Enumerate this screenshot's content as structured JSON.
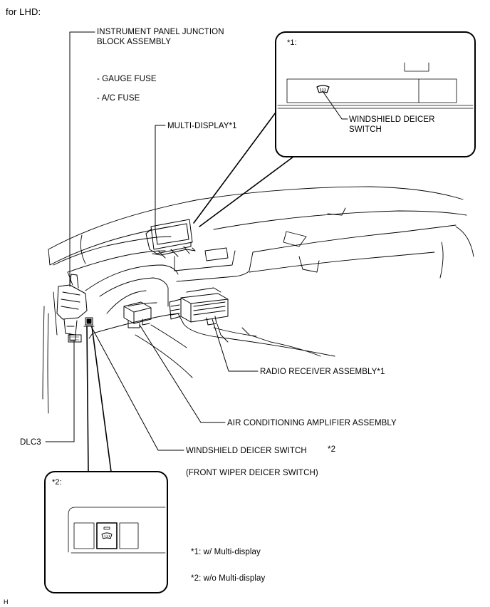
{
  "header": {
    "caption": "for LHD:"
  },
  "labels": {
    "junction_block_line1": "INSTRUMENT PANEL JUNCTION",
    "junction_block_line2": "BLOCK ASSEMBLY",
    "gauge_fuse": "- GAUGE FUSE",
    "ac_fuse": "- A/C FUSE",
    "multi_display": "MULTI-DISPLAY*1",
    "radio_receiver": "RADIO RECEIVER ASSEMBLY*1",
    "ac_amplifier": "AIR CONDITIONING AMPLIFIER ASSEMBLY",
    "dlc3": "DLC3",
    "windshield_deicer": "WINDSHIELD DEICER SWITCH",
    "windshield_deicer_note": "*2",
    "front_wiper_deicer": "(FRONT WIPER DEICER SWITCH)"
  },
  "inset1": {
    "tag": "*1:",
    "switch_line1": "WINDSHIELD DEICER",
    "switch_line2": "SWITCH"
  },
  "inset2": {
    "tag": "*2:"
  },
  "footnotes": {
    "note1": "*1: w/ Multi-display",
    "note2": "*2: w/o Multi-display"
  },
  "footer": {
    "mark": "H"
  }
}
